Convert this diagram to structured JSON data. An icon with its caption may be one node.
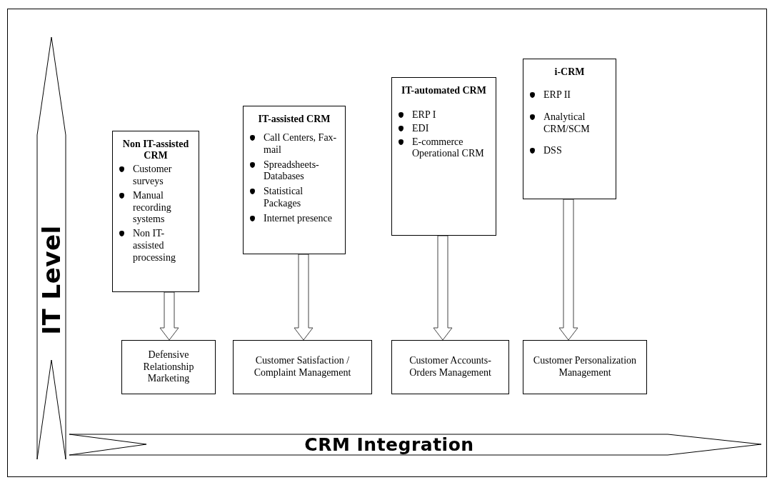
{
  "diagram": {
    "nodes": [
      {
        "text": [
          "Non IT-assisted CRM",
          "Customer surveys",
          "Manual recording systems",
          "Non IT-assisted processing"
        ]
      },
      {
        "text": [
          "IT-assisted CRM",
          "Call Centers, Fax-mail",
          "Spreadsheets-Databases",
          "Statistical Packages",
          "Internet presence"
        ]
      },
      {
        "text": [
          "IT-automated CRM",
          "ERP I",
          "EDI",
          "E-commerce Operational CRM"
        ]
      },
      {
        "text": [
          "i-CRM",
          "ERP II",
          "Analytical CRM/SCM",
          "DSS"
        ]
      },
      {
        "text": [
          "Defensive Relationship Marketing"
        ]
      },
      {
        "text": [
          "Customer Satisfaction / Complaint Management"
        ]
      },
      {
        "text": [
          "Customer Accounts-Orders Management"
        ]
      },
      {
        "text": [
          "Customer Personalization Management"
        ]
      }
    ],
    "edges": [
      {
        "from": 0,
        "to": 4,
        "arrow": "to"
      },
      {
        "from": 1,
        "to": 5,
        "arrow": "to"
      },
      {
        "from": 2,
        "to": 6,
        "arrow": "to"
      },
      {
        "from": 3,
        "to": 7,
        "arrow": "to"
      }
    ],
    "labels": [
      "IT Level",
      "CRM Integration"
    ]
  }
}
